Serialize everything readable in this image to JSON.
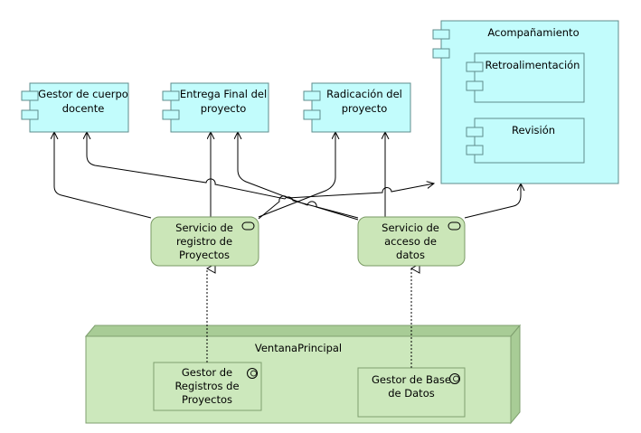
{
  "colors": {
    "component_fill": "#c2fcfc",
    "component_stroke": "#5f8c8c",
    "service_fill": "#cbe6b8",
    "service_stroke": "#7a9a64",
    "node_fill": "#cce8bc",
    "node_side": "#a8cc96",
    "node_stroke": "#7f9f6f",
    "line": "#000000"
  },
  "components": {
    "gestor_cuerpo_docente": [
      "Gestor de cuerpo",
      "docente"
    ],
    "entrega_final": [
      "Entrega Final del",
      "proyecto"
    ],
    "radicacion": [
      "Radicación del",
      "proyecto"
    ],
    "acompanamiento": "Acompañamiento",
    "retroalimentacion": "Retroalimentación",
    "revision": "Revisión"
  },
  "services": {
    "registro_proyectos": [
      "Servicio de",
      "registro de",
      "Proyectos"
    ],
    "acceso_datos": [
      "Servicio de",
      "acceso de",
      "datos"
    ]
  },
  "node": {
    "title": "VentanaPrincipal",
    "gestor_registros": [
      "Gestor de",
      "Registros de",
      "Proyectos"
    ],
    "gestor_base_datos": [
      "Gestor de Base",
      "de Datos"
    ]
  },
  "icons": [
    "component-icon",
    "service-icon",
    "application-component-icon",
    "node-icon"
  ]
}
